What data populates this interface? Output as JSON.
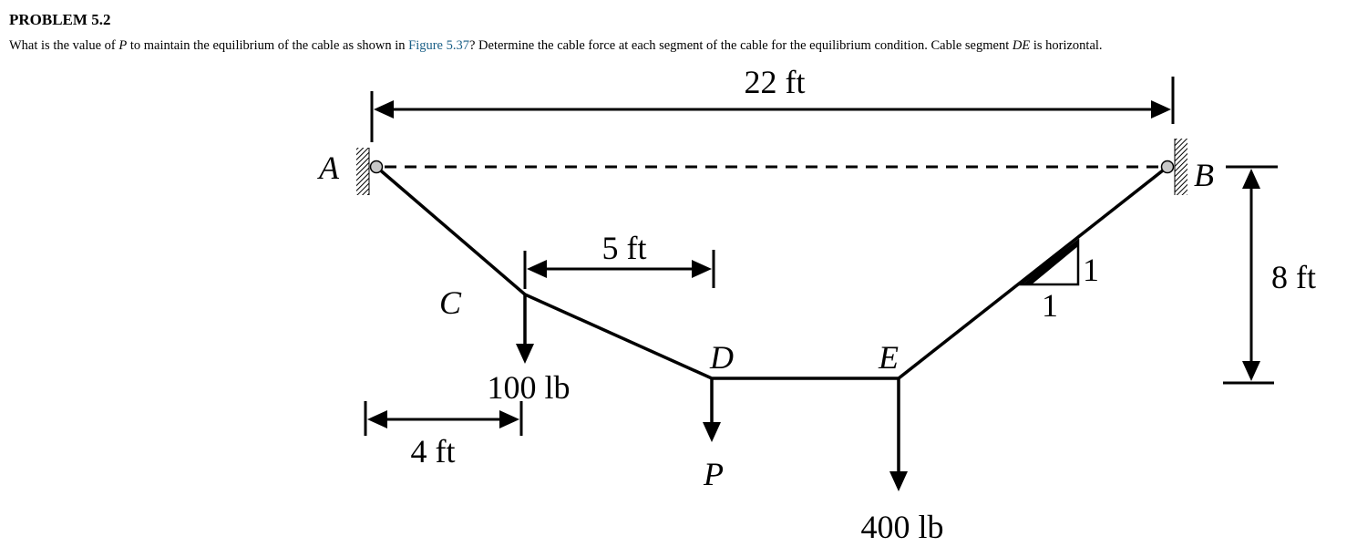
{
  "problem": {
    "title": "PROBLEM 5.2",
    "q_part1": "What is the value of ",
    "q_var": "P",
    "q_part2": " to maintain the equilibrium of the cable as shown in ",
    "q_link": "Figure 5.37",
    "q_part3": "? Determine the cable force at each segment of the cable for the equilibrium condition. Cable segment ",
    "q_seg": "DE",
    "q_part4": " is horizontal."
  },
  "figure": {
    "points": {
      "A": "A",
      "B": "B",
      "C": "C",
      "D": "D",
      "E": "E"
    },
    "dims": {
      "span": "22 ft",
      "cd": "5 ft",
      "ac": "4 ft",
      "sag": "8 ft",
      "slope_h": "1",
      "slope_v": "1"
    },
    "loads": {
      "c": "100 lb",
      "d": "P",
      "e": "400 lb"
    }
  }
}
